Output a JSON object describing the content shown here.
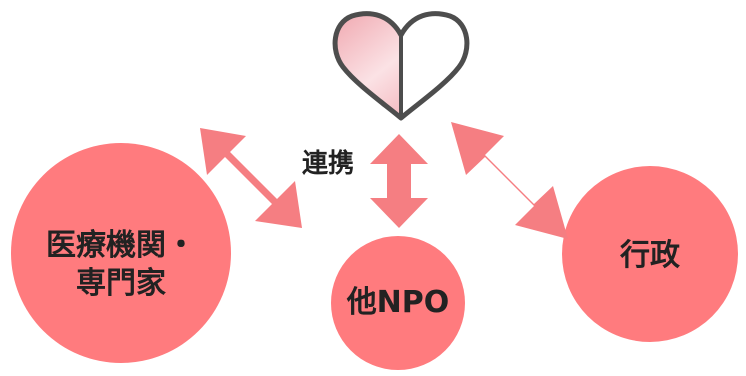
{
  "diagram": {
    "center_icon": "heart-icon",
    "link_label": "連携",
    "nodes": [
      {
        "id": "medical",
        "lines": [
          "医療機関・",
          "専門家"
        ]
      },
      {
        "id": "npo",
        "lines": [
          "他NPO"
        ]
      },
      {
        "id": "government",
        "lines": [
          "行政"
        ]
      }
    ]
  },
  "colors": {
    "node_fill": "#ff7b7e",
    "arrow_fill": "#f57e82",
    "heart_outline": "#4d4d4d",
    "heart_fill_left": "#f3b7bd",
    "heart_fill_right": "#ffffff",
    "text": "#222222"
  }
}
